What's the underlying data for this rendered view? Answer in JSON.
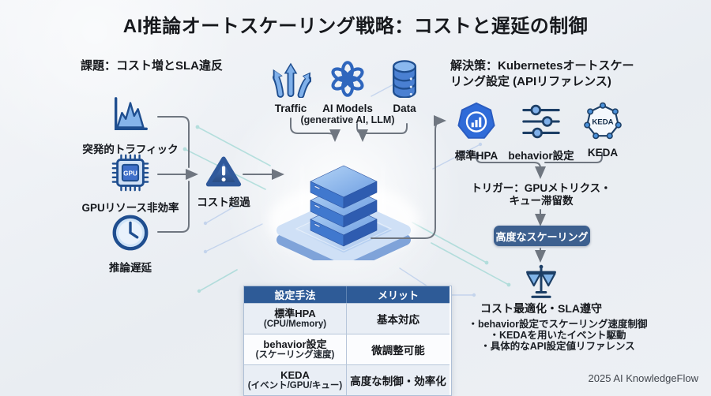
{
  "title": "AI推論オートスケーリング戦略：コストと遅延の制御",
  "problem": {
    "heading": "課題：コスト増とSLA違反",
    "items": [
      {
        "label": "突発的トラフィック"
      },
      {
        "label": "GPUリソース非効率"
      },
      {
        "label": "推論遅延"
      }
    ],
    "warning_label": "コスト超過"
  },
  "inputs": {
    "traffic_label": "Traffic",
    "ai_models_label": "AI Models",
    "ai_models_sublabel": "(generative AI, LLM)",
    "data_label": "Data"
  },
  "solution": {
    "heading_line1": "解決策：Kubernetesオートスケー",
    "heading_line2": "リング設定 (APIリファレンス)",
    "methods": [
      {
        "label": "標準HPA"
      },
      {
        "label": "behavior設定"
      },
      {
        "label": "KEDA"
      }
    ],
    "trigger_line1": "トリガー：GPUメトリクス・",
    "trigger_line2": "キュー滞留数",
    "badge_label": "高度なスケーリング",
    "outcome_label": "コスト最適化・SLA遵守",
    "bullets": [
      "・behavior設定でスケーリング速度制御",
      "・KEDAを用いたイベント駆動",
      "・具体的なAPI設定値リファレンス"
    ]
  },
  "icons": {
    "gpu_chip_text": "GPU",
    "keda_logo_text": "KEDA"
  },
  "table": {
    "headers": [
      "設定手法",
      "メリット"
    ],
    "rows": [
      {
        "method": "標準HPA",
        "method_sub": "(CPU/Memory)",
        "merit": "基本対応"
      },
      {
        "method": "behavior設定",
        "method_sub": "(スケーリング速度)",
        "merit": "微調整可能"
      },
      {
        "method": "KEDA",
        "method_sub": "(イベント/GPU/キュー)",
        "merit": "高度な制御・効率化"
      }
    ]
  },
  "footer": "2025 AI KnowledgeFlow",
  "colors": {
    "accent_blue": "#2f6bd8",
    "dark_navy": "#1d3f66",
    "table_header": "#2e5b97",
    "badge_bg": "#3d608f",
    "connector_gray": "#6f7680",
    "circuit_teal": "#6fc9c0"
  }
}
